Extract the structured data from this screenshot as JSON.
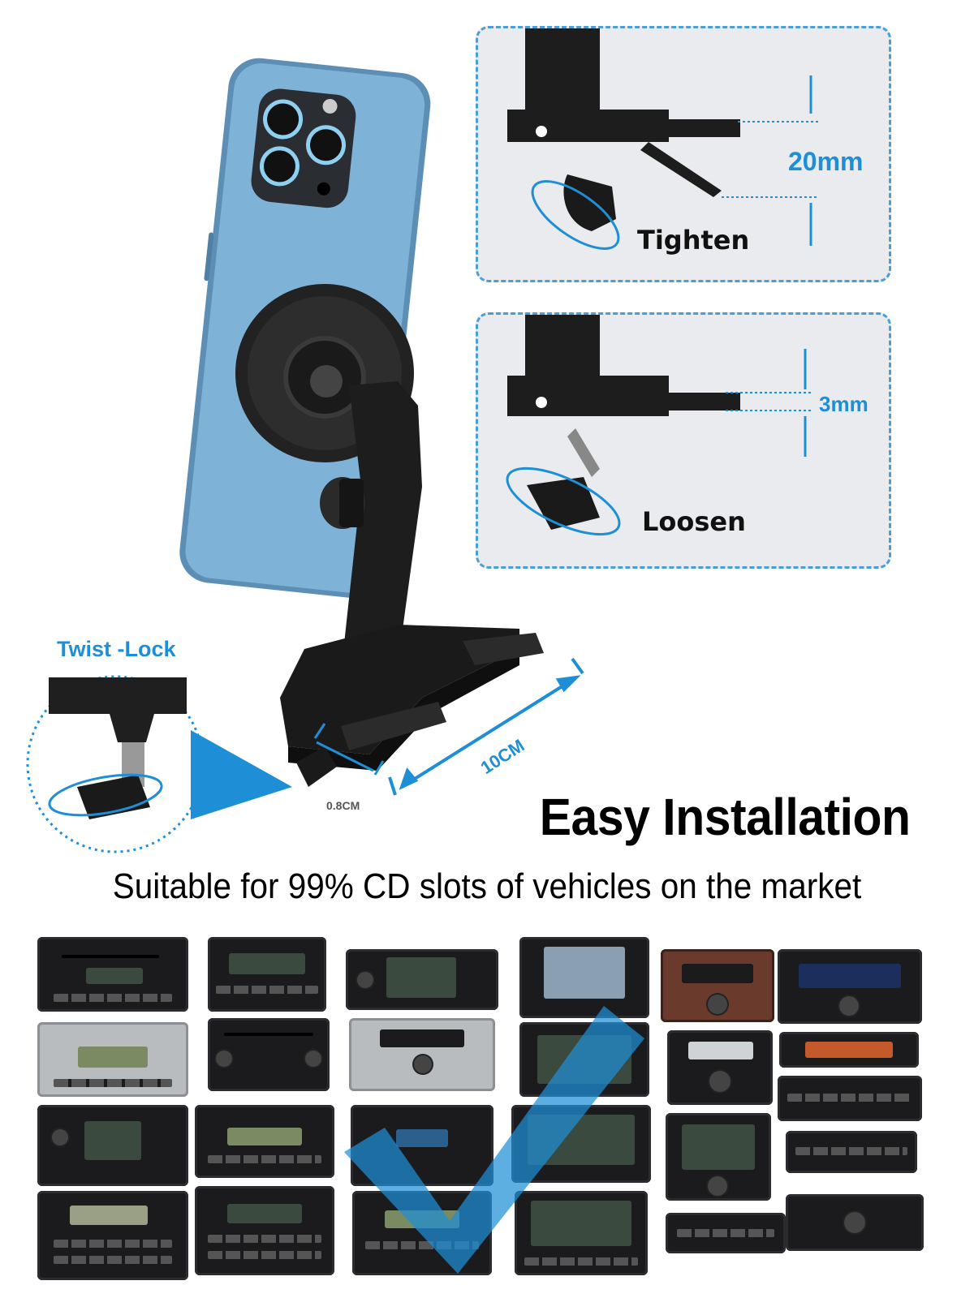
{
  "panels": {
    "tighten": {
      "label": "Tighten",
      "measure": "20mm"
    },
    "loosen": {
      "label": "Loosen",
      "measure": "3mm"
    }
  },
  "twist_lock": {
    "label": "Twist -Lock"
  },
  "dimensions": {
    "length": "10CM",
    "thickness": "0.8CM"
  },
  "headline": "Easy Installation",
  "subtitle": "Suitable for 99% CD slots of vehicles on the market",
  "colors": {
    "accent": "#1e8fd6",
    "panel_bg": "#e9ebee",
    "phone": "#6fa3c8",
    "mount": "#1a1a1a"
  },
  "icons": [
    "phone-image",
    "mount-image",
    "clamp-knob-icon",
    "rotate-arrow-icon",
    "checkmark-icon",
    "car-radio-image"
  ]
}
